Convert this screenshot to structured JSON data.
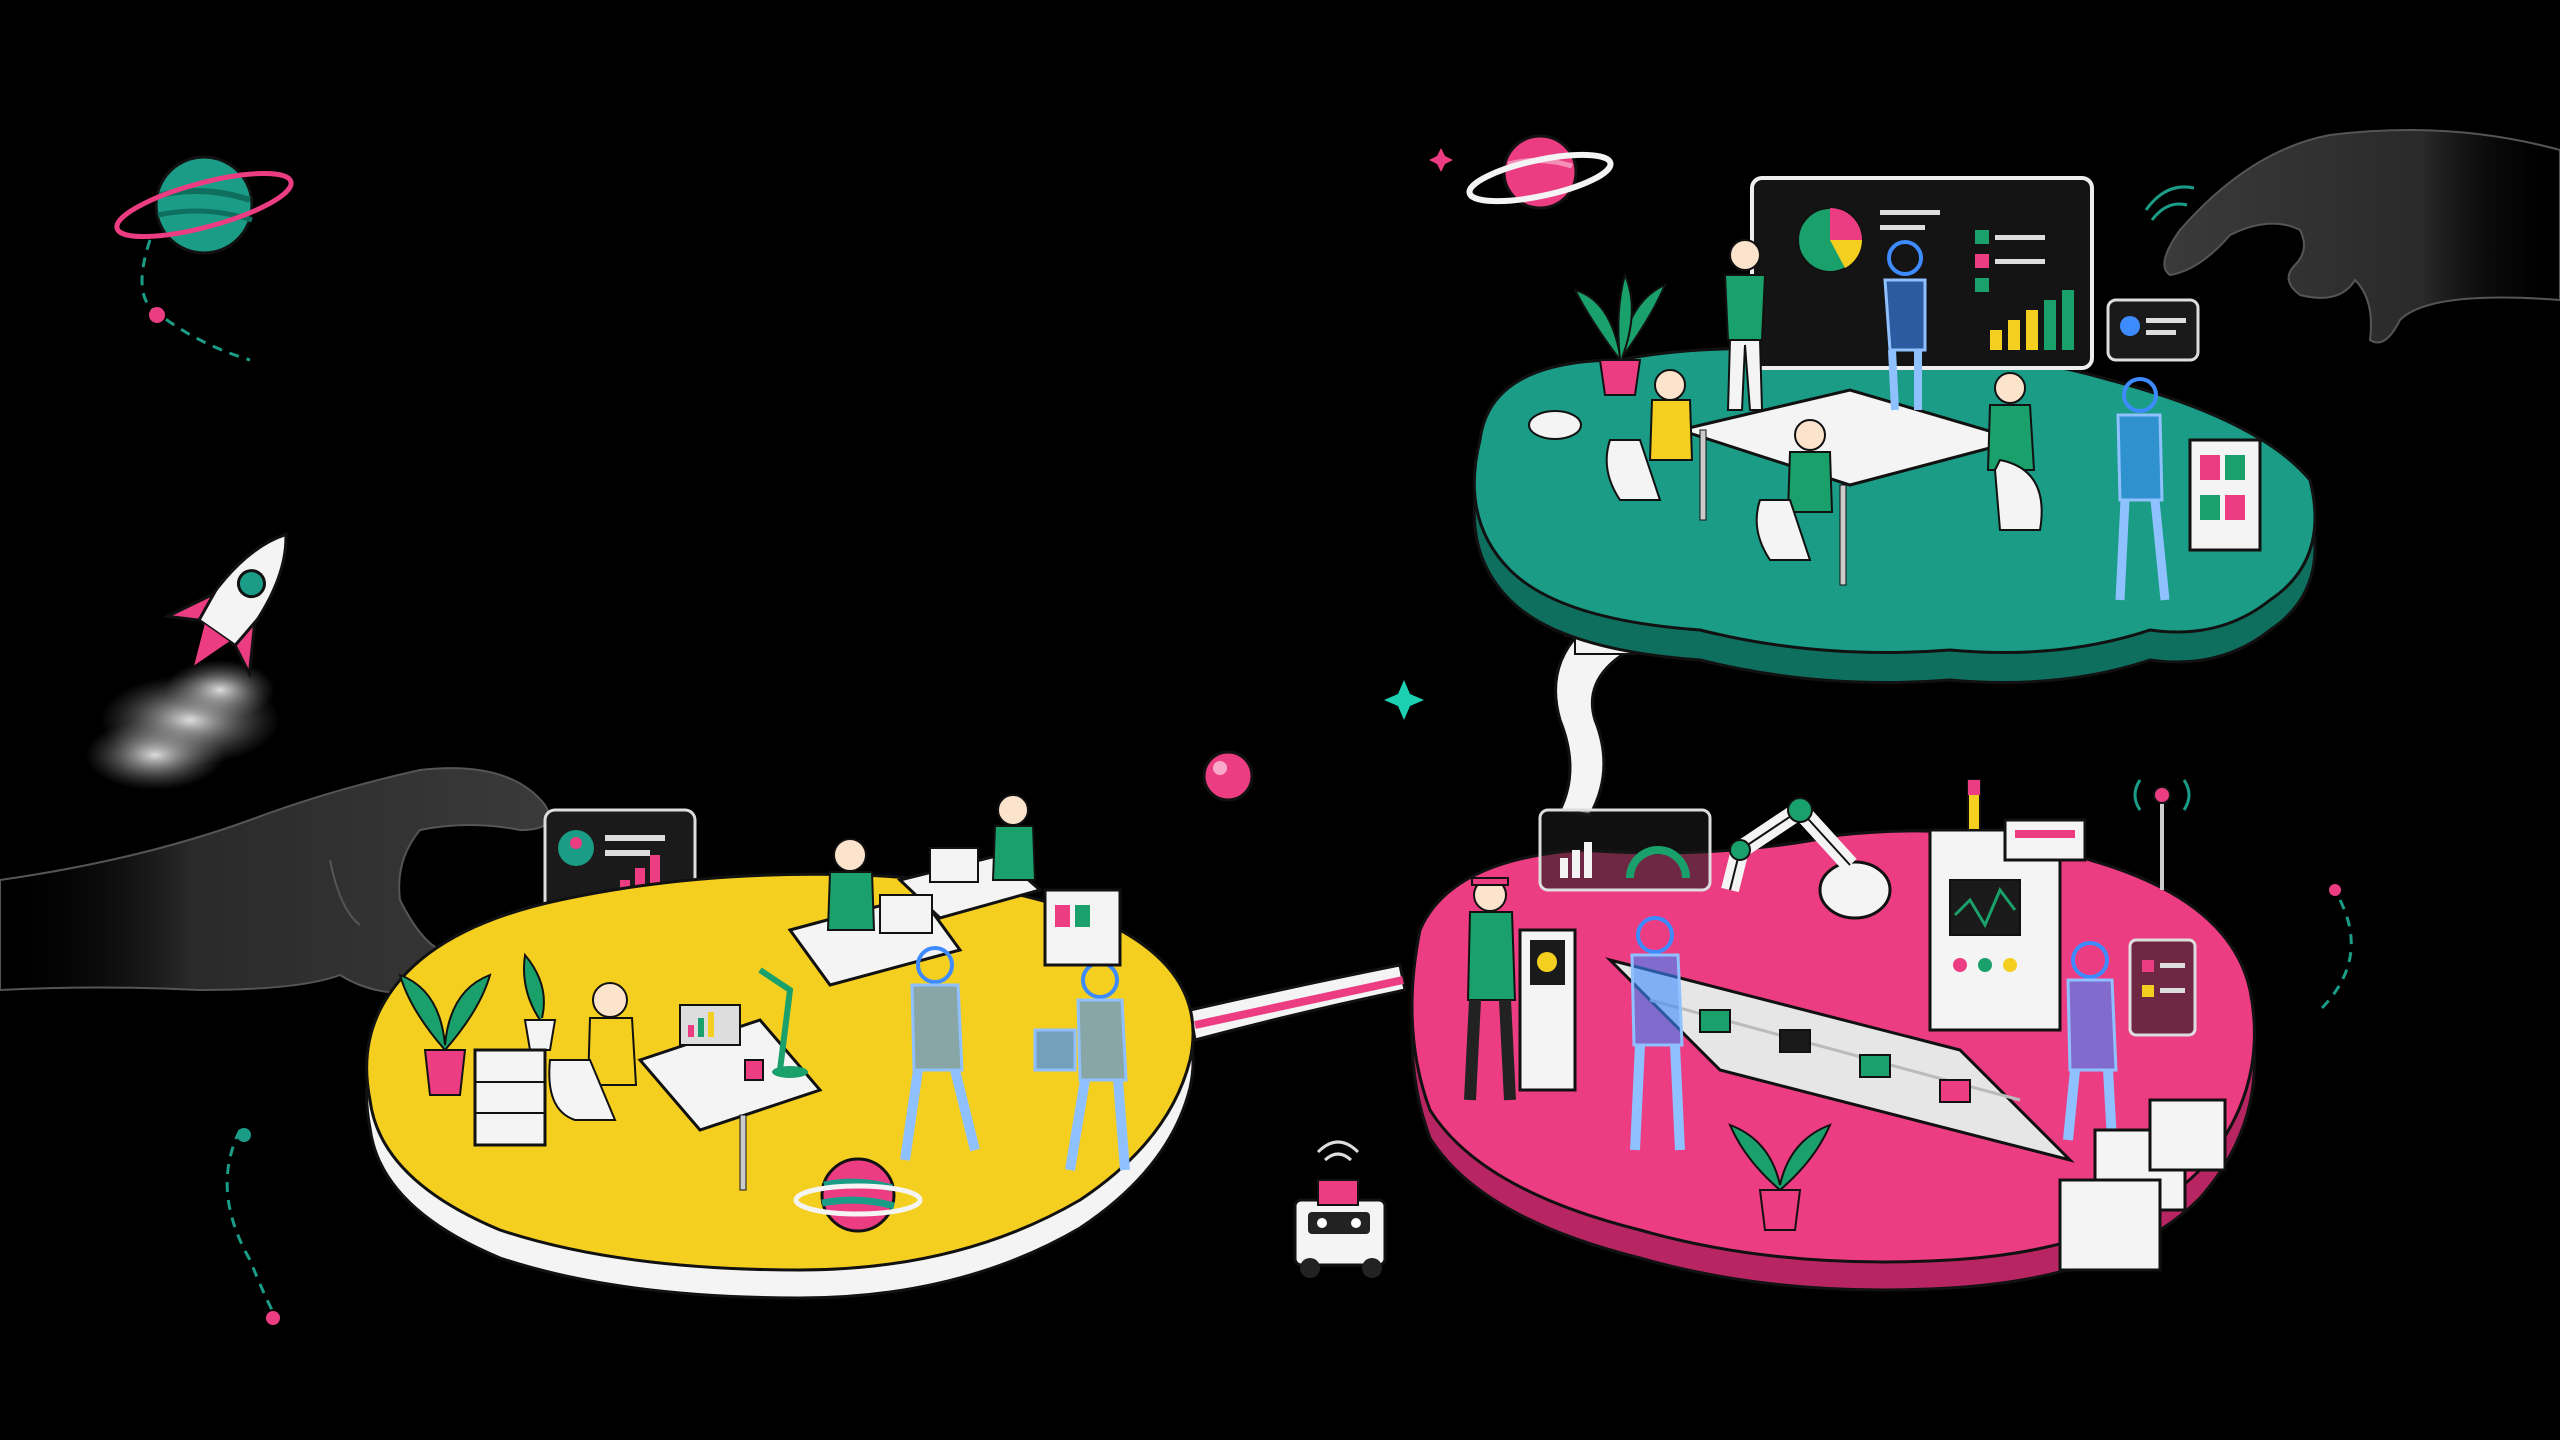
{
  "scene": {
    "background": "#000000",
    "palette": {
      "teal": "#1a9c86",
      "teal_dark": "#0f6f5f",
      "yellow": "#f5cf1f",
      "yellow_dark": "#d9a90e",
      "pink": "#ec3d82",
      "pink_dark": "#b82563",
      "hologram": "#3d8bff",
      "green_shirt": "#1aa06a",
      "white": "#f4f4f4",
      "ink": "#111111"
    },
    "islands": [
      {
        "name": "meeting-room-island",
        "color": "teal"
      },
      {
        "name": "office-island",
        "color": "yellow"
      },
      {
        "name": "factory-island",
        "color": "pink"
      }
    ],
    "icons": [
      "planet-icon",
      "rocket-icon",
      "hand-icon",
      "robot-icon",
      "sparkle-icon",
      "wifi-icon",
      "chat-bubble-icon",
      "dashboard-icon"
    ]
  }
}
